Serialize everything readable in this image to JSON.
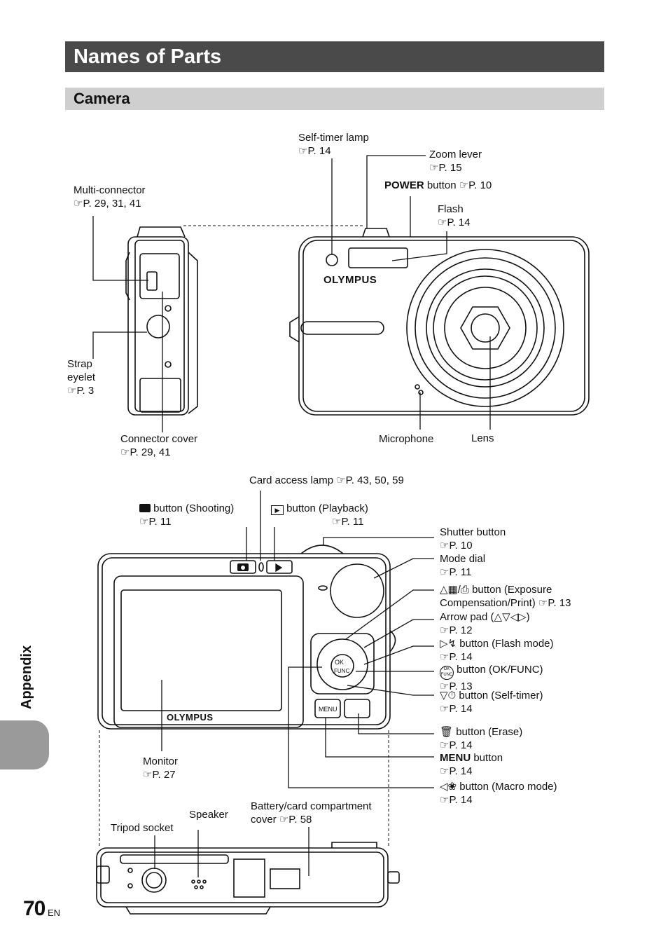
{
  "title": "Names of Parts",
  "subtitle": "Camera",
  "side_tab": "Appendix",
  "page_number": "70",
  "page_lang": "EN",
  "ref_icon": "manual-reference-icon",
  "brand": "OLYMPUS",
  "labels": {
    "self_timer": [
      "Self-timer lamp",
      "☞P. 14"
    ],
    "zoom": [
      "Zoom lever",
      "☞P. 15"
    ],
    "power": [
      "POWER",
      "button ☞P. 10"
    ],
    "flash": [
      "Flash",
      "☞P. 14"
    ],
    "multi": [
      "Multi-connector",
      "☞P. 29, 31, 41"
    ],
    "strap": [
      "Strap",
      "eyelet",
      "☞P. 3"
    ],
    "connector": [
      "Connector cover",
      "☞P. 29, 41"
    ],
    "microphone": "Microphone",
    "lens": "Lens",
    "card_lamp": "Card access lamp ☞P. 43, 50, 59",
    "shooting": [
      "button (Shooting)",
      "☞P. 11"
    ],
    "playback": [
      "button (Playback)",
      "☞P. 11"
    ],
    "shutter": [
      "Shutter button",
      "☞P. 10"
    ],
    "mode_dial": [
      "Mode dial",
      "☞P. 11"
    ],
    "exposure": [
      "button (Exposure",
      "Compensation/Print) ☞P. 13"
    ],
    "arrow": [
      "Arrow pad (△▽◁▷)",
      "☞P. 12"
    ],
    "flash_mode": [
      "button (Flash mode)",
      "☞P. 14"
    ],
    "ok": [
      "button (OK/FUNC)",
      "☞P. 13"
    ],
    "selftimer_btn": [
      "button (Self-timer)",
      "☞P. 14"
    ],
    "erase": [
      "button (Erase)",
      "☞P. 14"
    ],
    "menu": [
      "MENU",
      "button",
      "☞P. 14"
    ],
    "macro": [
      "button (Macro mode)",
      "☞P. 14"
    ],
    "monitor": [
      "Monitor",
      "☞P. 27"
    ],
    "tripod": "Tripod socket",
    "speaker": "Speaker",
    "battery": [
      "Battery/card compartment",
      "cover ☞P. 58"
    ]
  }
}
